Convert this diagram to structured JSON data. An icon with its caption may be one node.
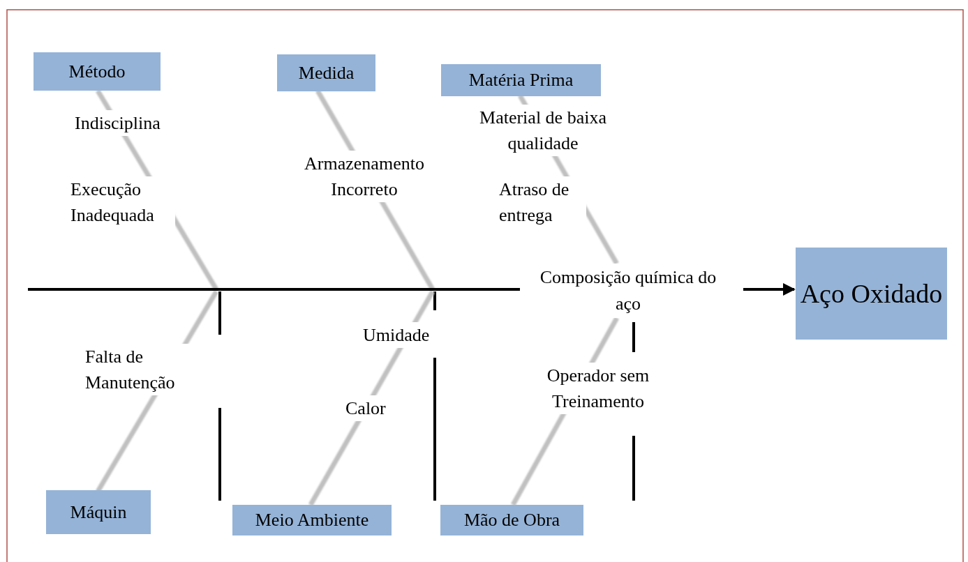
{
  "diagram": {
    "nodes": [
      {
        "text": [
          "Método"
        ]
      },
      {
        "text": [
          "Medida"
        ]
      },
      {
        "text": [
          "Matéria Prima"
        ]
      },
      {
        "text": [
          "Composição química do aço"
        ]
      },
      {
        "text": [
          "Aço Oxidado"
        ]
      },
      {
        "text": [
          "Máquin"
        ]
      },
      {
        "text": [
          "Meio Ambiente"
        ]
      },
      {
        "text": [
          "Mão de Obra"
        ]
      }
    ],
    "edges": [
      {
        "from": 0,
        "to": null,
        "arrow": "none"
      },
      {
        "from": 1,
        "to": null,
        "arrow": "none"
      },
      {
        "from": 2,
        "to": 3,
        "arrow": "none"
      },
      {
        "from": 5,
        "to": null,
        "arrow": "none"
      },
      {
        "from": 6,
        "to": null,
        "arrow": "none"
      },
      {
        "from": 7,
        "to": 3,
        "arrow": "none"
      },
      {
        "from": null,
        "to": 3,
        "arrow": "none",
        "color": "#000000"
      },
      {
        "from": 3,
        "to": 4,
        "arrow": "to",
        "color": "#000000"
      }
    ],
    "labels": [
      "Indisciplina",
      "Material de baixa qualidade",
      "Armazenamento Incorreto",
      "Execução Inadequada",
      "Atraso de entrega",
      "Umidade",
      "Falta de Manutenção",
      "Operador sem Treinamento",
      "Calor"
    ]
  }
}
